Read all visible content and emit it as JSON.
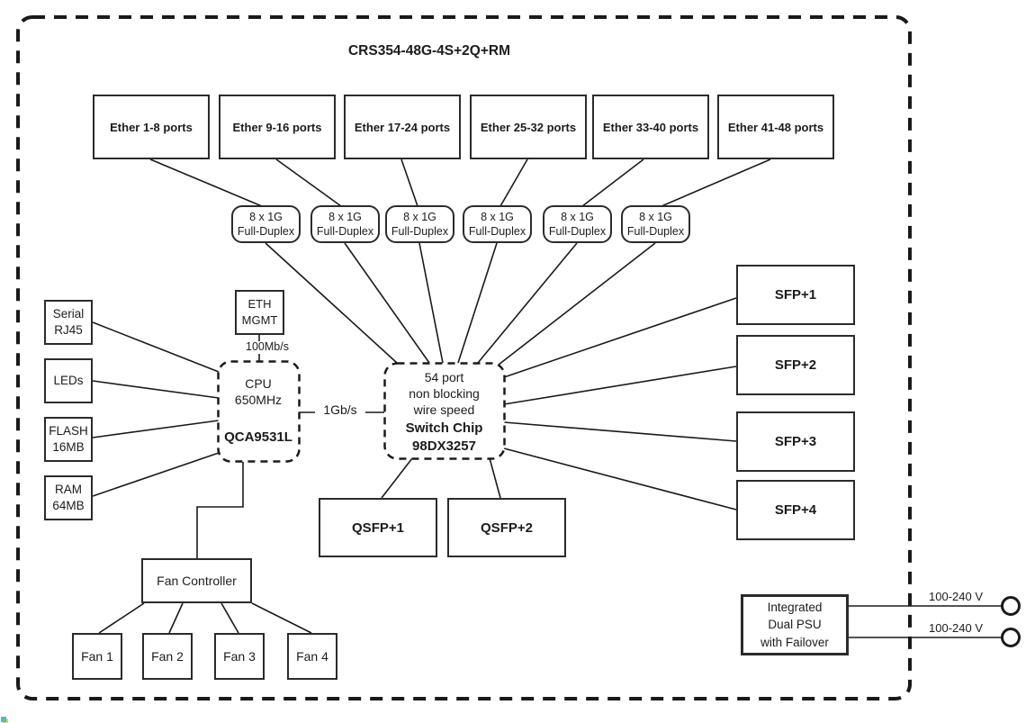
{
  "title": "CRS354-48G-4S+2Q+RM",
  "ether_groups": [
    {
      "label": "Ether 1-8 ports"
    },
    {
      "label": "Ether 9-16 ports"
    },
    {
      "label": "Ether 17-24 ports"
    },
    {
      "label": "Ether 25-32 ports"
    },
    {
      "label": "Ether 33-40 ports"
    },
    {
      "label": "Ether 41-48 ports"
    }
  ],
  "phy_links": [
    {
      "label": "8 x 1G\nFull-Duplex"
    },
    {
      "label": "8 x 1G\nFull-Duplex"
    },
    {
      "label": "8 x 1G\nFull-Duplex"
    },
    {
      "label": "8 x 1G\nFull-Duplex"
    },
    {
      "label": "8 x 1G\nFull-Duplex"
    },
    {
      "label": "8 x 1G\nFull-Duplex"
    }
  ],
  "eth_mgmt": {
    "label": "ETH\nMGMT",
    "speed": "100Mb/s"
  },
  "cpu": {
    "name": "CPU\n650MHz",
    "chip": "QCA9531L"
  },
  "cpu_switch_link": {
    "label": "1Gb/s"
  },
  "switch_chip": {
    "desc": "54 port\nnon blocking\nwire speed",
    "chip": "Switch Chip\n98DX3257"
  },
  "peripherals": [
    {
      "label": "Serial\nRJ45"
    },
    {
      "label": "LEDs"
    },
    {
      "label": "FLASH\n16MB"
    },
    {
      "label": "RAM\n64MB"
    }
  ],
  "sfp_ports": [
    {
      "label": "SFP+1"
    },
    {
      "label": "SFP+2"
    },
    {
      "label": "SFP+3"
    },
    {
      "label": "SFP+4"
    }
  ],
  "qsfp_ports": [
    {
      "label": "QSFP+1"
    },
    {
      "label": "QSFP+2"
    }
  ],
  "fan_controller": {
    "label": "Fan Controller"
  },
  "fans": [
    {
      "label": "Fan 1"
    },
    {
      "label": "Fan 2"
    },
    {
      "label": "Fan 3"
    },
    {
      "label": "Fan 4"
    }
  ],
  "psu": {
    "label": "Integrated\nDual PSU\nwith Failover"
  },
  "power_inputs": [
    {
      "label": "100-240 V"
    },
    {
      "label": "100-240 V"
    }
  ],
  "colors": {
    "line": "#1a1a1a",
    "box_border": "#2b2b2b",
    "background": "#ffffff",
    "artifact": "#35b6c9"
  }
}
